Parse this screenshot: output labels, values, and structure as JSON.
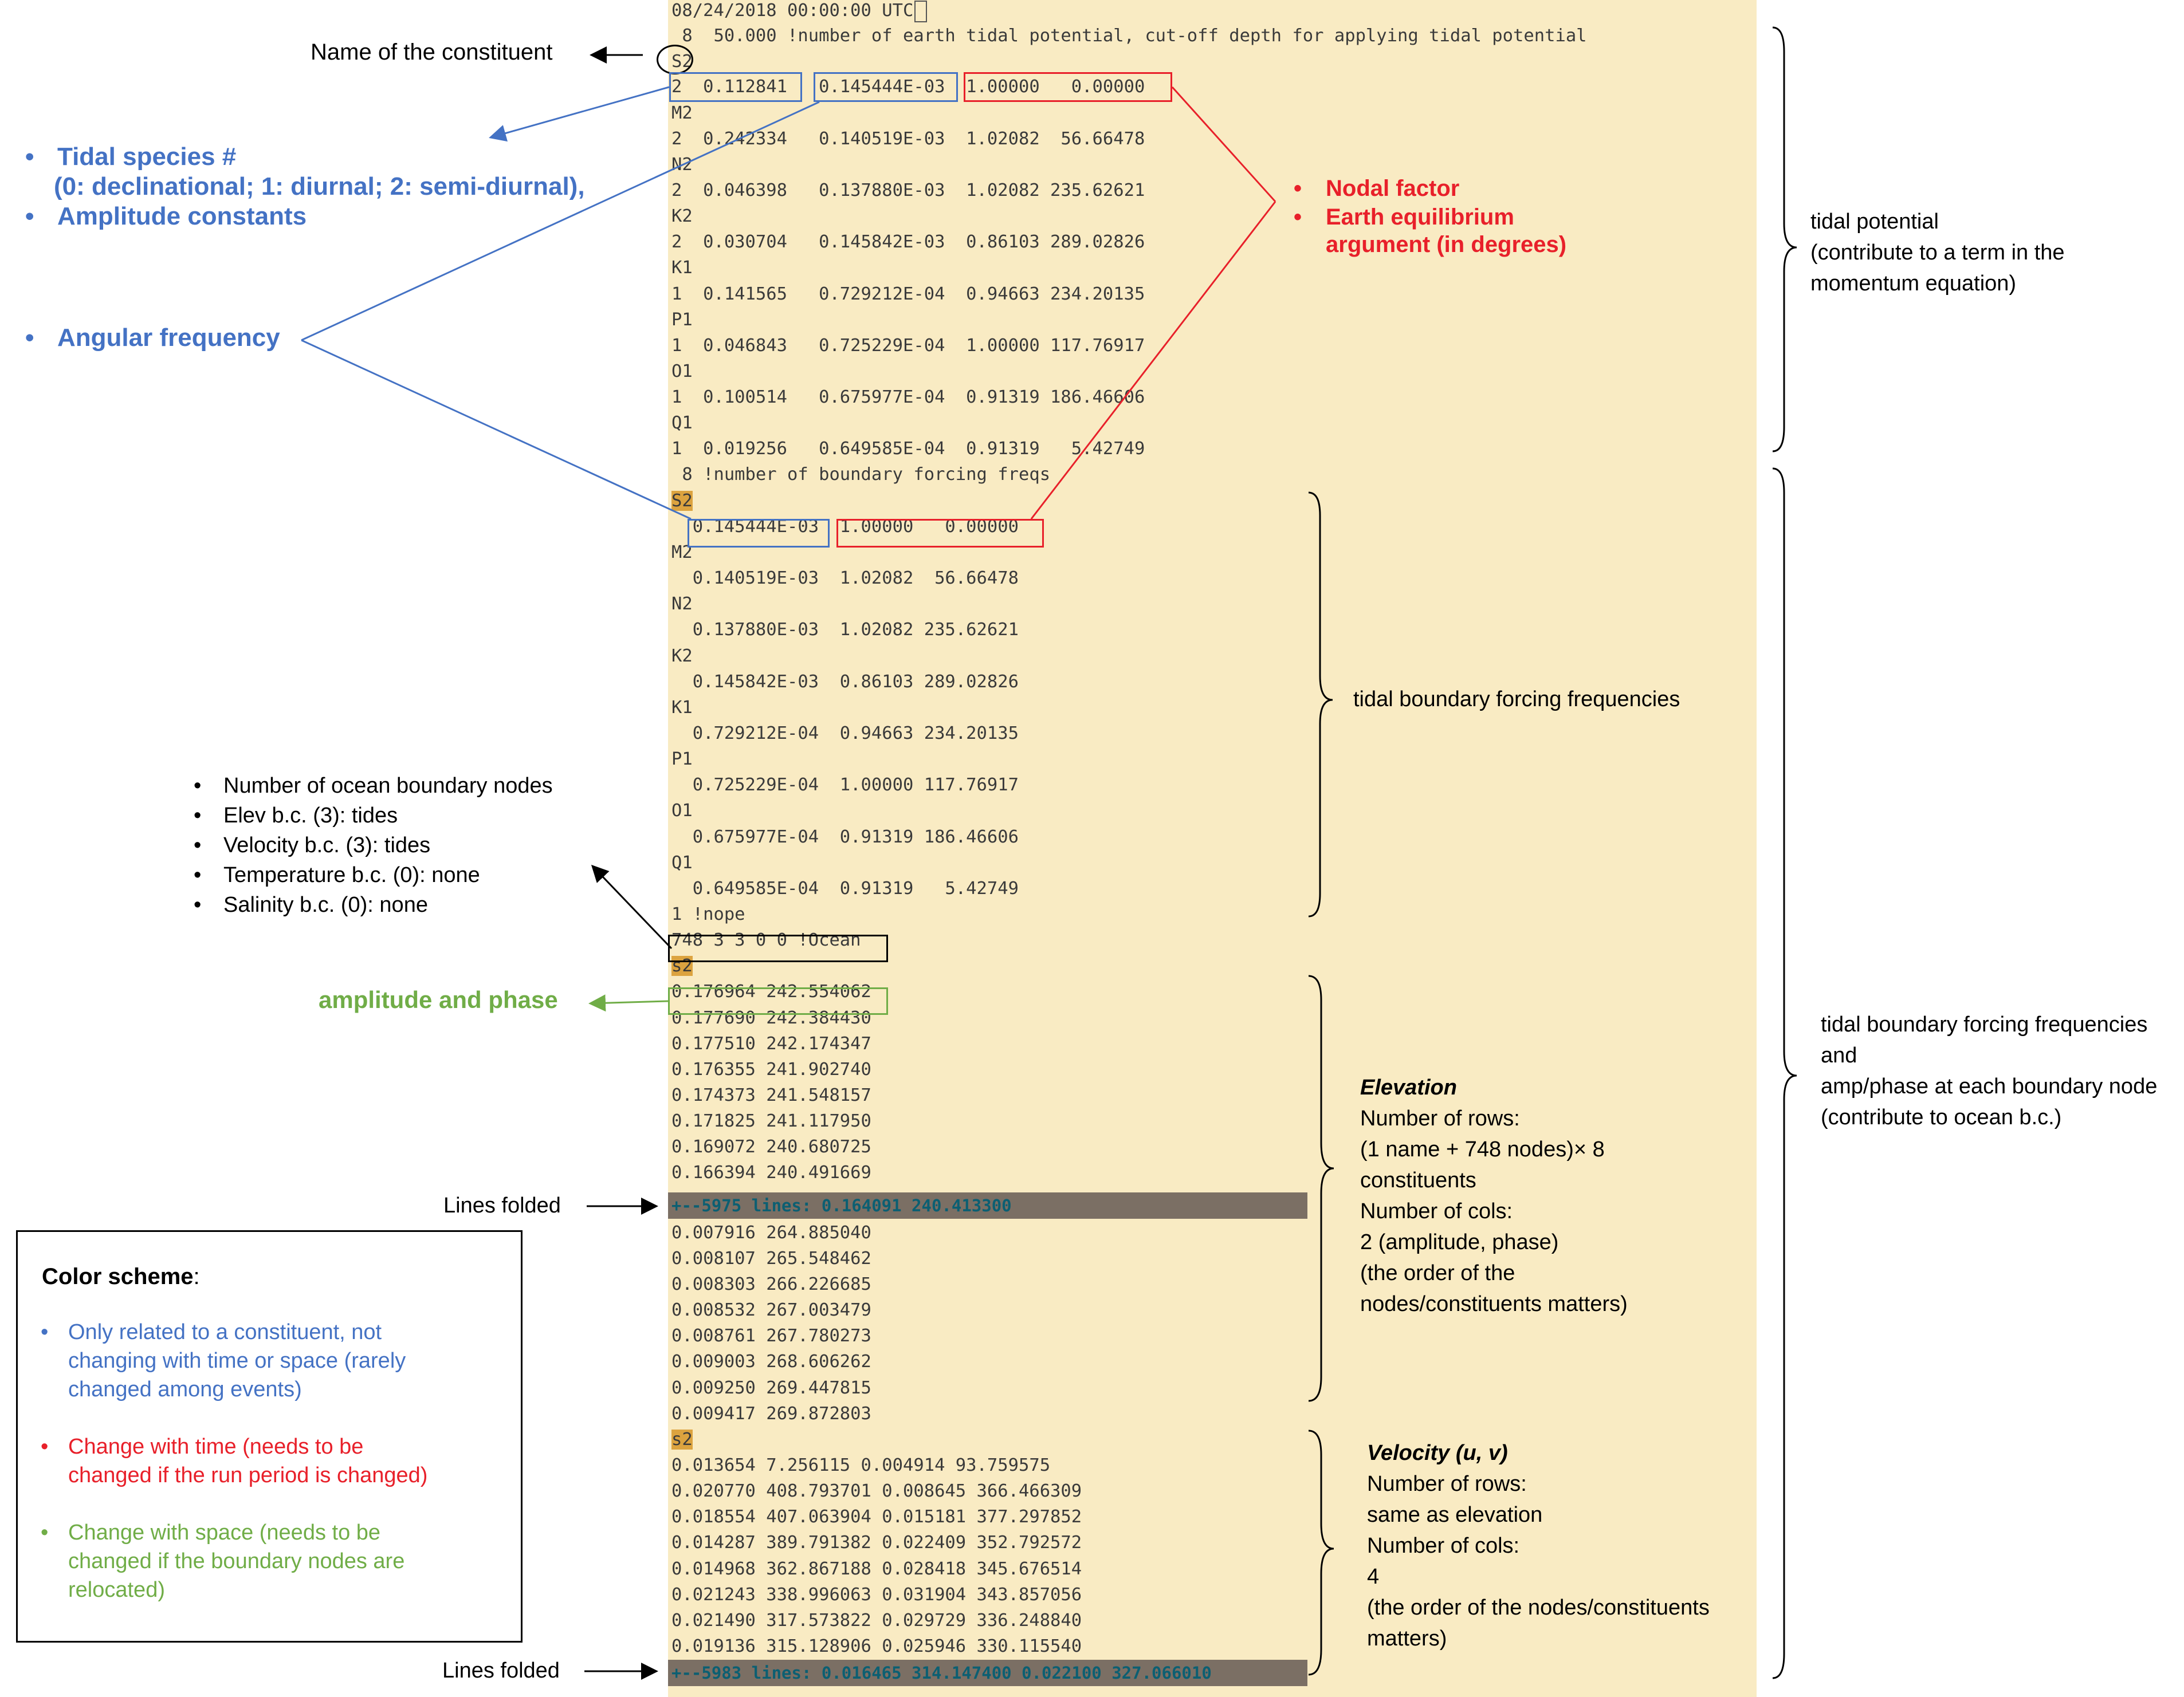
{
  "editor": {
    "header_line": "08/24/2018 00:00:00 UTC",
    "tidal_potential_count_line": " 8  50.000 !number of earth tidal potential, cut-off depth for applying tidal potential",
    "tidal_potential": [
      {
        "name": "S2",
        "line": "2  0.112841   0.145444E-03  1.00000   0.00000"
      },
      {
        "name": "M2",
        "line": "2  0.242334   0.140519E-03  1.02082  56.66478"
      },
      {
        "name": "N2",
        "line": "2  0.046398   0.137880E-03  1.02082 235.62621"
      },
      {
        "name": "K2",
        "line": "2  0.030704   0.145842E-03  0.86103 289.02826"
      },
      {
        "name": "K1",
        "line": "1  0.141565   0.729212E-04  0.94663 234.20135"
      },
      {
        "name": "P1",
        "line": "1  0.046843   0.725229E-04  1.00000 117.76917"
      },
      {
        "name": "O1",
        "line": "1  0.100514   0.675977E-04  0.91319 186.46606"
      },
      {
        "name": "Q1",
        "line": "1  0.019256   0.649585E-04  0.91319   5.42749"
      }
    ],
    "boundary_freq_count_line": " 8 !number of boundary forcing freqs",
    "boundary_freqs": [
      {
        "name": "S2",
        "line": "  0.145444E-03  1.00000   0.00000"
      },
      {
        "name": "M2",
        "line": "  0.140519E-03  1.02082  56.66478"
      },
      {
        "name": "N2",
        "line": "  0.137880E-03  1.02082 235.62621"
      },
      {
        "name": "K2",
        "line": "  0.145842E-03  0.86103 289.02826"
      },
      {
        "name": "K1",
        "line": "  0.729212E-04  0.94663 234.20135"
      },
      {
        "name": "P1",
        "line": "  0.725229E-04  1.00000 117.76917"
      },
      {
        "name": "O1",
        "line": "  0.675977E-04  0.91319 186.46606"
      },
      {
        "name": "Q1",
        "line": "  0.649585E-04  0.91319   5.42749"
      }
    ],
    "nope_line": "1 !nope",
    "ocean_line": "748 3 3 0 0 !Ocean",
    "elev_name": "s2",
    "elev_rows_before": [
      "0.176964 242.554062",
      "0.177690 242.384430",
      "0.177510 242.174347",
      "0.176355 241.902740",
      "0.174373 241.548157",
      "0.171825 241.117950",
      "0.169072 240.680725",
      "0.166394 240.491669"
    ],
    "elev_fold": "+--5975 lines: 0.164091 240.413300",
    "elev_rows_after": [
      "0.007916 264.885040",
      "0.008107 265.548462",
      "0.008303 266.226685",
      "0.008532 267.003479",
      "0.008761 267.780273",
      "0.009003 268.606262",
      "0.009250 269.447815",
      "0.009417 269.872803"
    ],
    "vel_name": "s2",
    "vel_rows": [
      "0.013654 7.256115 0.004914 93.759575",
      "0.020770 408.793701 0.008645 366.466309",
      "0.018554 407.063904 0.015181 377.297852",
      "0.014287 389.791382 0.022409 352.792572",
      "0.014968 362.867188 0.028418 345.676514",
      "0.021243 338.996063 0.031904 343.857056",
      "0.021490 317.573822 0.029729 336.248840",
      "0.019136 315.128906 0.025946 330.115540"
    ],
    "vel_fold": "+--5983 lines: 0.016465 314.147400 0.022100 327.066010"
  },
  "annotations": {
    "name_of_constituent": "Name of the constituent",
    "tidal_species": "Tidal species #",
    "tidal_species_detail": "(0: declinational; 1: diurnal; 2: semi-diurnal),",
    "amplitude_constants": "Amplitude constants",
    "angular_frequency": "Angular frequency",
    "nodal_factor": "Nodal factor",
    "earth_eq_1": "Earth equilibrium",
    "earth_eq_2": "argument (in degrees)",
    "tidal_potential_lines": [
      "tidal potential",
      "(contribute to a term in the",
      "momentum equation)"
    ],
    "tidal_boundary_forcing": "tidal boundary forcing frequencies",
    "right_lower_lines": [
      "tidal boundary forcing frequencies",
      "and",
      "amp/phase at each boundary node",
      "(contribute to ocean b.c.)"
    ],
    "ocean_items": [
      "Number of ocean boundary nodes",
      "Elev b.c. (3): tides",
      "Velocity b.c. (3): tides",
      "Temperature b.c. (0): none",
      "Salinity b.c. (0): none"
    ],
    "amplitude_and_phase": "amplitude and phase",
    "lines_folded": "Lines folded",
    "elevation": {
      "title": "Elevation",
      "lines": [
        "Number of rows:",
        "(1 name + 748 nodes)× 8",
        "constituents",
        "Number of cols:",
        "2 (amplitude, phase)",
        "(the order of the",
        "nodes/constituents matters)"
      ]
    },
    "velocity": {
      "title": "Velocity (u, v)",
      "lines": [
        "Number of rows:",
        "same as elevation",
        "Number of cols:",
        "4",
        "(the order of the nodes/constituents",
        "matters)"
      ]
    }
  },
  "legend": {
    "title": "Color scheme",
    "colon": ":",
    "items": [
      {
        "color": "#4472c4",
        "lines": [
          "Only related to a constituent, not",
          "changing with time or space (rarely",
          "changed among events)"
        ]
      },
      {
        "color": "#e8202a",
        "lines": [
          "Change with time (needs to be",
          "changed if the run period is changed)"
        ]
      },
      {
        "color": "#70ad47",
        "lines": [
          "Change with space (needs to be",
          "changed if the boundary nodes are",
          "relocated)"
        ]
      }
    ]
  },
  "colors": {
    "blue": "#4472c4",
    "red": "#e8202a",
    "green": "#70ad47",
    "editor_bg": "#f9ebc3",
    "highlight": "#dca33f",
    "fold_bg": "#7b6f64"
  }
}
